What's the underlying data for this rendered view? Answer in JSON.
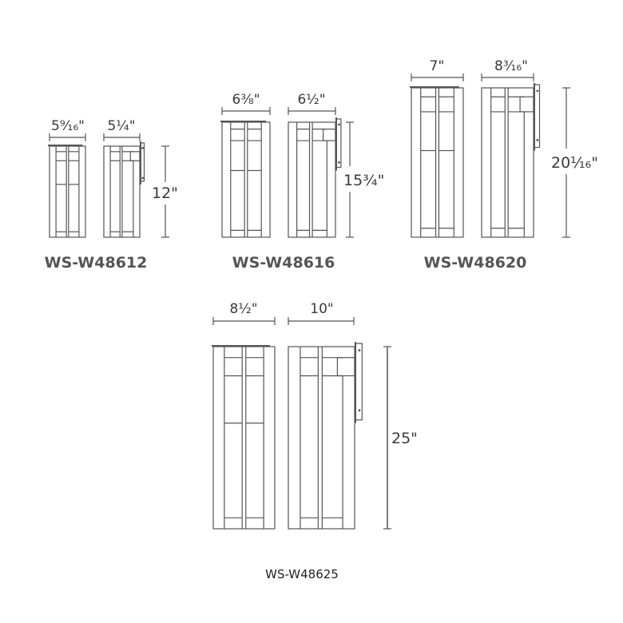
{
  "models": [
    {
      "name": "WS-W48612",
      "front_width": "5⁹⁄₁₆\"",
      "side_depth": "5¼\"",
      "height": "12\""
    },
    {
      "name": "WS-W48616",
      "front_width": "6⅜\"",
      "side_depth": "6½\"",
      "height": "15¾\""
    },
    {
      "name": "WS-W48620",
      "front_width": "7\"",
      "side_depth": "8³⁄₁₆\"",
      "height": "20¹⁄₁₆\""
    },
    {
      "name": "WS-W48625",
      "front_width": "8½\"",
      "side_depth": "10\"",
      "height": "25\""
    }
  ],
  "colors": {
    "line": "#555555",
    "text": "#3a3a3a"
  }
}
